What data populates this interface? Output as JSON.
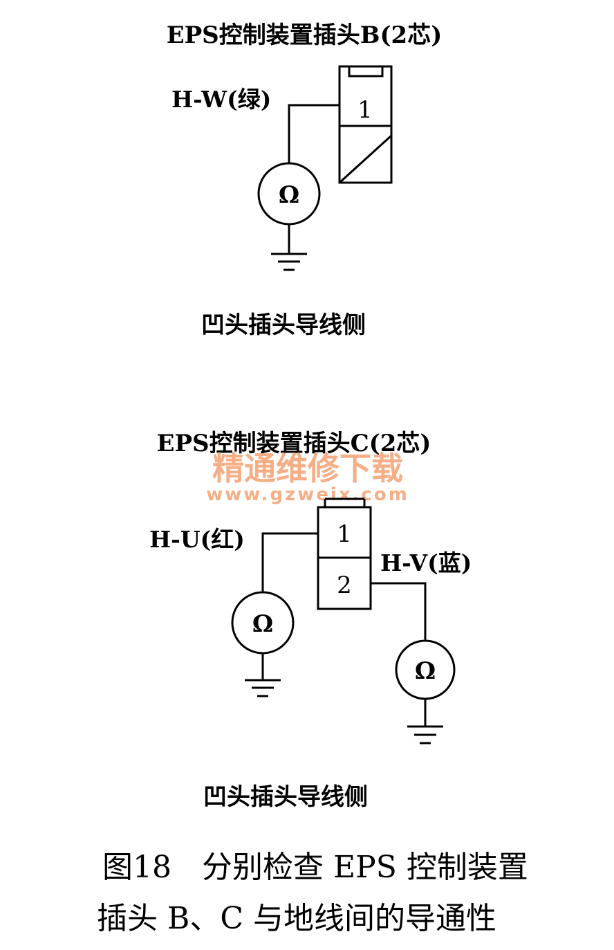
{
  "connector_b": {
    "title": "EPS控制装置插头B(2芯)",
    "wire_label": "H-W(绿)",
    "pin1": "1",
    "meter_symbol": "Ω",
    "side_label": "凹头插头导线侧"
  },
  "connector_c": {
    "title": "EPS控制装置插头C(2芯)",
    "wire_label_1": "H-U(红)",
    "wire_label_2": "H-V(蓝)",
    "pin1": "1",
    "pin2": "2",
    "meter_symbol_1": "Ω",
    "meter_symbol_2": "Ω",
    "side_label": "凹头插头导线侧"
  },
  "watermark": {
    "name": "精通维修下载",
    "url": "www.gzweix.com",
    "color": "#f4a070"
  },
  "caption": {
    "line1": "图18　分别检查 EPS 控制装置",
    "line2": "插头 B、C 与地线间的导通性"
  }
}
